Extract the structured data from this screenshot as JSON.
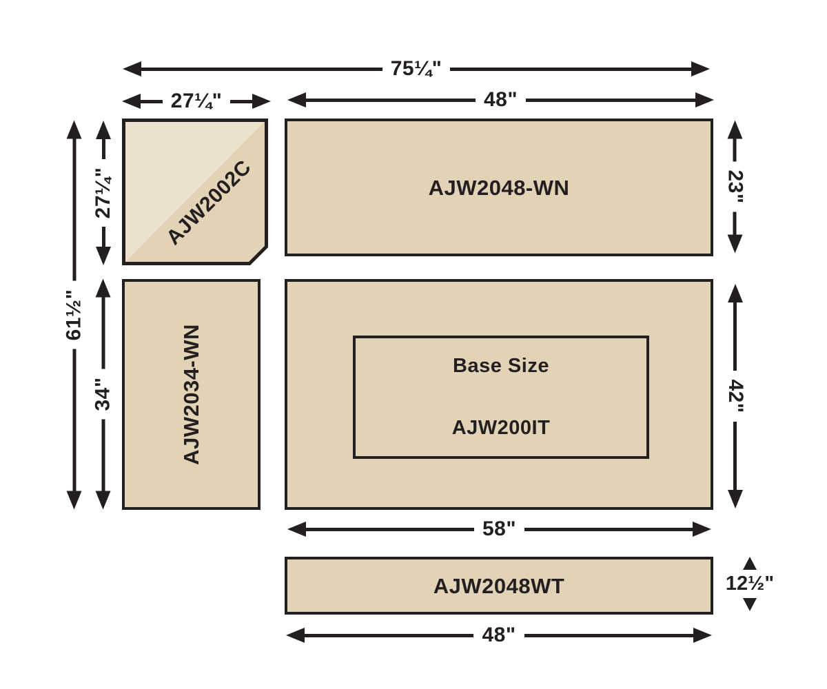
{
  "pieces": {
    "corner": {
      "label": "AJW2002C"
    },
    "top": {
      "label": "AJW2048-WN"
    },
    "left": {
      "label": "AJW2034-WN"
    },
    "base": {
      "title": "Base Size",
      "label": "AJW200IT"
    },
    "strip": {
      "label": "AJW2048WT"
    }
  },
  "dims": {
    "overall_width": "75¼\"",
    "corner_width": "27¼\"",
    "top_width": "48\"",
    "overall_height": "61½\"",
    "corner_height": "27¼\"",
    "left_height": "34\"",
    "top_height": "23\"",
    "base_height": "42\"",
    "base_width": "58\"",
    "strip_height": "12½\"",
    "strip_width": "48\""
  },
  "colors": {
    "fill": "#e2d3b6",
    "fill_light": "#ebe1cc",
    "line": "#231f20",
    "bg": "#ffffff"
  }
}
